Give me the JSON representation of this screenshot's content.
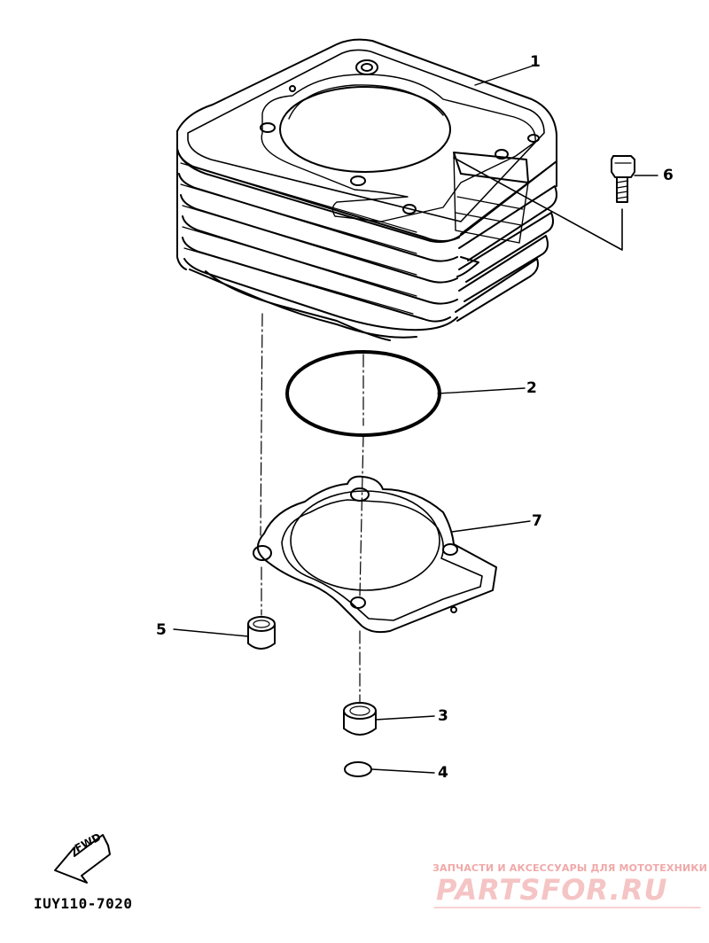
{
  "callouts": {
    "c1": "1",
    "c2": "2",
    "c3": "3",
    "c4": "4",
    "c5": "5",
    "c6": "6",
    "c7": "7"
  },
  "fwd_label": "FWD",
  "diagram_code": "IUY110-7020",
  "watermark": {
    "tagline": "ЗАПЧАСТИ И АКСЕССУАРЫ ДЛЯ МОТОТЕХНИКИ",
    "brand": "PARTSFOR.RU",
    "color": "#f5c4c4"
  },
  "line_color": "#000000",
  "parts": [
    "cylinder-block",
    "o-ring",
    "dowel-pin",
    "o-ring-small",
    "dowel-pin-small",
    "bolt",
    "cylinder-gasket"
  ]
}
